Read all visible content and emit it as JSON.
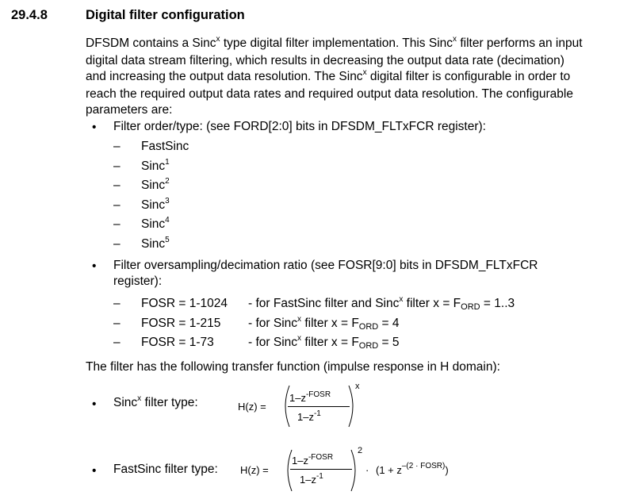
{
  "section": {
    "number": "29.4.8",
    "title": "Digital filter configuration"
  },
  "intro": {
    "line1_a": "DFSDM contains a Sinc",
    "line1_sup": "x",
    "line1_b": " type digital filter implementation. This Sinc",
    "line1_sup2": "x",
    "line1_c": " filter performs an input",
    "line2": "digital data stream filtering, which results in decreasing the output data rate (decimation)",
    "line3_a": "and increasing the output data resolution. The Sinc",
    "line3_sup": "x",
    "line3_b": " digital filter is configurable in order to",
    "line4": "reach the required output data rates and required output data resolution. The configurable",
    "line5": "parameters are:"
  },
  "bullets": {
    "symbol": "•",
    "dash": "–",
    "order_label": "Filter order/type: (see FORD[2:0] bits in DFSDM_FLTxFCR register):",
    "order_items": [
      {
        "text": "FastSinc",
        "sup": ""
      },
      {
        "text": "Sinc",
        "sup": "1"
      },
      {
        "text": "Sinc",
        "sup": "2"
      },
      {
        "text": "Sinc",
        "sup": "3"
      },
      {
        "text": "Sinc",
        "sup": "4"
      },
      {
        "text": "Sinc",
        "sup": "5"
      }
    ],
    "ratio_label_line1": "Filter oversampling/decimation ratio (see FOSR[9:0] bits in DFSDM_FLTxFCR",
    "ratio_label_line2": "register):",
    "ratio_items": [
      {
        "fosr": "FOSR = 1-1024",
        "desc_a": "- for FastSinc filter and Sinc",
        "sup": "x",
        "desc_b": " filter x = F",
        "sub": "ORD",
        "desc_c": " = 1..3"
      },
      {
        "fosr": "FOSR = 1-215",
        "desc_a": "- for Sinc",
        "sup": "x",
        "desc_b": " filter x = F",
        "sub": "ORD",
        "desc_c": " = 4"
      },
      {
        "fosr": "FOSR = 1-73",
        "desc_a": "- for Sinc",
        "sup": "x",
        "desc_b": " filter x = F",
        "sub": "ORD",
        "desc_c": " = 5"
      }
    ]
  },
  "transfer": {
    "intro": "The filter has the following transfer function (impulse response in H domain):",
    "sinc_label_a": "Sinc",
    "sinc_label_sup": "x",
    "sinc_label_b": " filter type:",
    "fast_label": "FastSinc filter type:",
    "hz": "H(z) =",
    "num_a": "1",
    "num_op": "–",
    "num_z": "z",
    "num_exp": "-FOSR",
    "den_a": "1",
    "den_op": "–",
    "den_z": "z",
    "den_exp": "-1",
    "outer_exp_sinc": "x",
    "outer_exp_fast": "2",
    "mult": "·",
    "tail_a": "(1 + z",
    "tail_exp": "–(2 · FOSR)",
    "tail_b": ")"
  }
}
